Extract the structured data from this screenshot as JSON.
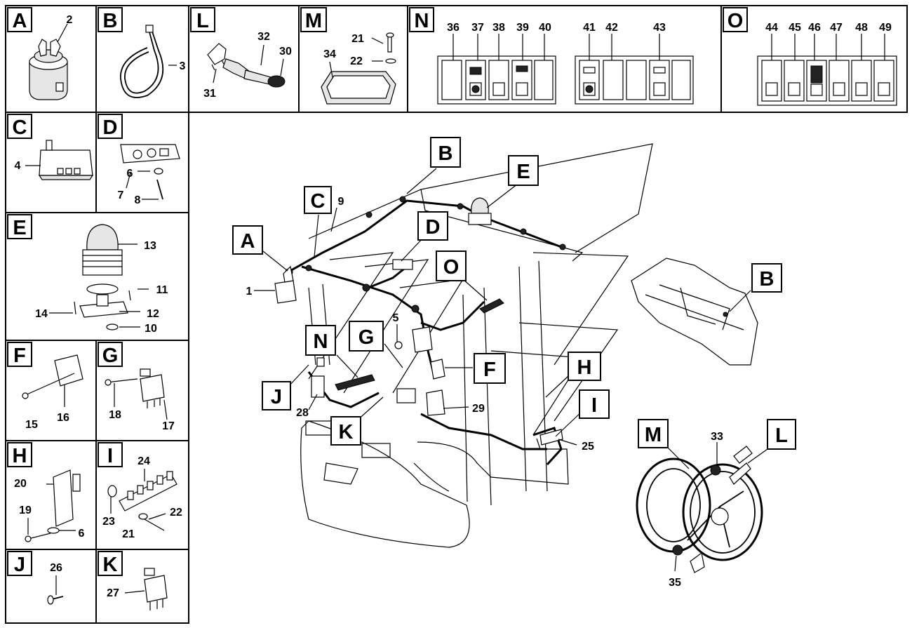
{
  "panels": {
    "A": {
      "letter": "A",
      "parts": [
        "2"
      ]
    },
    "B": {
      "letter": "B",
      "parts": [
        "3"
      ]
    },
    "L": {
      "letter": "L",
      "parts": [
        "32",
        "30",
        "31"
      ]
    },
    "M": {
      "letter": "M",
      "parts": [
        "21",
        "34",
        "22"
      ]
    },
    "N": {
      "letter": "N",
      "parts": [
        "36",
        "37",
        "38",
        "39",
        "40",
        "41",
        "42",
        "43"
      ]
    },
    "O": {
      "letter": "O",
      "parts": [
        "44",
        "45",
        "46",
        "47",
        "48",
        "49"
      ]
    },
    "C": {
      "letter": "C",
      "parts": [
        "4"
      ]
    },
    "D": {
      "letter": "D",
      "parts": [
        "6",
        "7",
        "8"
      ]
    },
    "E": {
      "letter": "E",
      "parts": [
        "13",
        "11",
        "14",
        "12",
        "10"
      ]
    },
    "F": {
      "letter": "F",
      "parts": [
        "15",
        "16"
      ]
    },
    "G": {
      "letter": "G",
      "parts": [
        "18",
        "17"
      ]
    },
    "H": {
      "letter": "H",
      "parts": [
        "20",
        "19",
        "6"
      ]
    },
    "I": {
      "letter": "I",
      "parts": [
        "24",
        "23",
        "22",
        "21"
      ]
    },
    "J": {
      "letter": "J",
      "parts": [
        "26"
      ]
    },
    "K": {
      "letter": "K",
      "parts": [
        "27"
      ]
    }
  },
  "main": {
    "callouts": [
      "B",
      "E",
      "C",
      "A",
      "D",
      "O",
      "N",
      "G",
      "F",
      "H",
      "J",
      "K",
      "I",
      "B",
      "M",
      "L"
    ],
    "parts": [
      "9",
      "1",
      "5",
      "28",
      "29",
      "25",
      "33",
      "35"
    ]
  }
}
